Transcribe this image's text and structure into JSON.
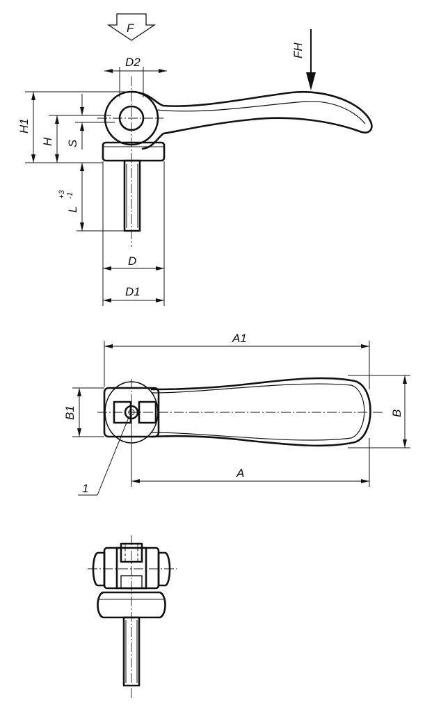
{
  "labels": {
    "force": "F",
    "hand_force": "FH",
    "d2": "D2",
    "h1": "H1",
    "h": "H",
    "s": "S",
    "l": "L",
    "l_tol_plus": "+3",
    "l_tol_minus": "-1",
    "d": "D",
    "d1": "D1",
    "a1": "A1",
    "a": "A",
    "b": "B",
    "b1": "B1",
    "item": "1"
  }
}
